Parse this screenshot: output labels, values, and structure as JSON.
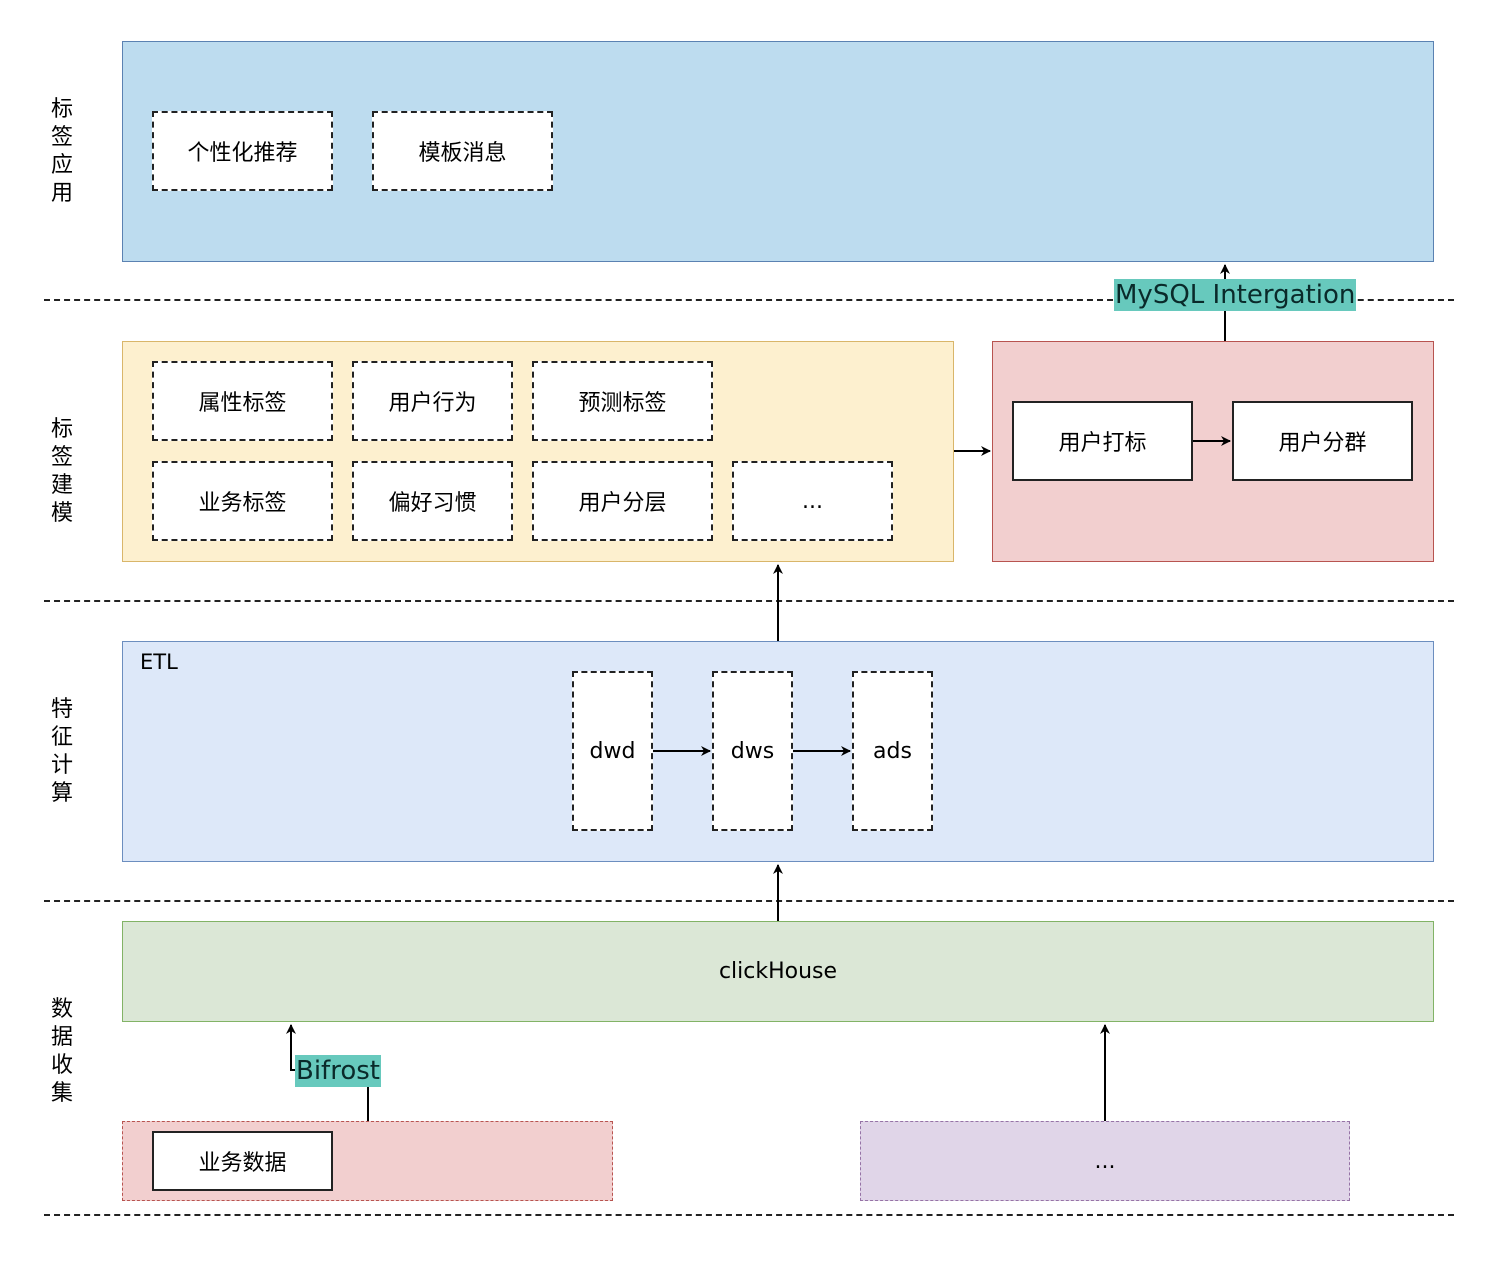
{
  "colors": {
    "app_layer": "#bddcef",
    "model_layer": "#fdf0cf",
    "segment_layer": "#f2cfcf",
    "etl_layer": "#dde8f9",
    "collect_layer": "#dbe7d6",
    "other_source": "#e0d5e8",
    "biz_source": "#f2cfcf",
    "tag_highlight": "#67c9bd"
  },
  "side_labels": {
    "app": "标签应用",
    "model": "标签建模",
    "feature": "特征计算",
    "collect": "数据收集"
  },
  "app_layer": {
    "items": [
      "个性化推荐",
      "模板消息"
    ]
  },
  "model_layer": {
    "items": [
      "属性标签",
      "用户行为",
      "预测标签",
      "业务标签",
      "偏好习惯",
      "用户分层",
      "..."
    ]
  },
  "segment_layer": {
    "tagging": "用户打标",
    "grouping": "用户分群"
  },
  "mysql_tag": "MySQL Intergation",
  "etl_layer": {
    "title": "ETL",
    "stages": [
      "dwd",
      "dws",
      "ads"
    ]
  },
  "collect_layer": {
    "store": "clickHouse"
  },
  "bifrost_tag": "Bifrost",
  "sources": {
    "business_data": "业务数据",
    "other": "..."
  }
}
